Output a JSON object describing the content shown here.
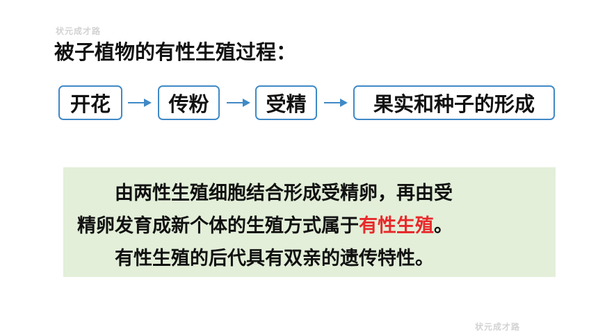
{
  "watermark": "状元成才路",
  "title": "被子植物的有性生殖过程：",
  "flow": {
    "steps": [
      "开花",
      "传粉",
      "受精",
      "果实和种子的形成"
    ]
  },
  "note": {
    "line1": "由两性生殖细胞结合形成受精卵，再由受",
    "line2_before": "精卵发育成新个体的生殖方式属于",
    "line2_highlight": "有性生殖",
    "line2_after": "。",
    "line3": "有性生殖的后代具有双亲的遗传特性。"
  },
  "colors": {
    "box_border": "#3f89c6",
    "arrow": "#3f89c6",
    "note_bg": "#e3efd9",
    "highlight": "#e8292b"
  }
}
